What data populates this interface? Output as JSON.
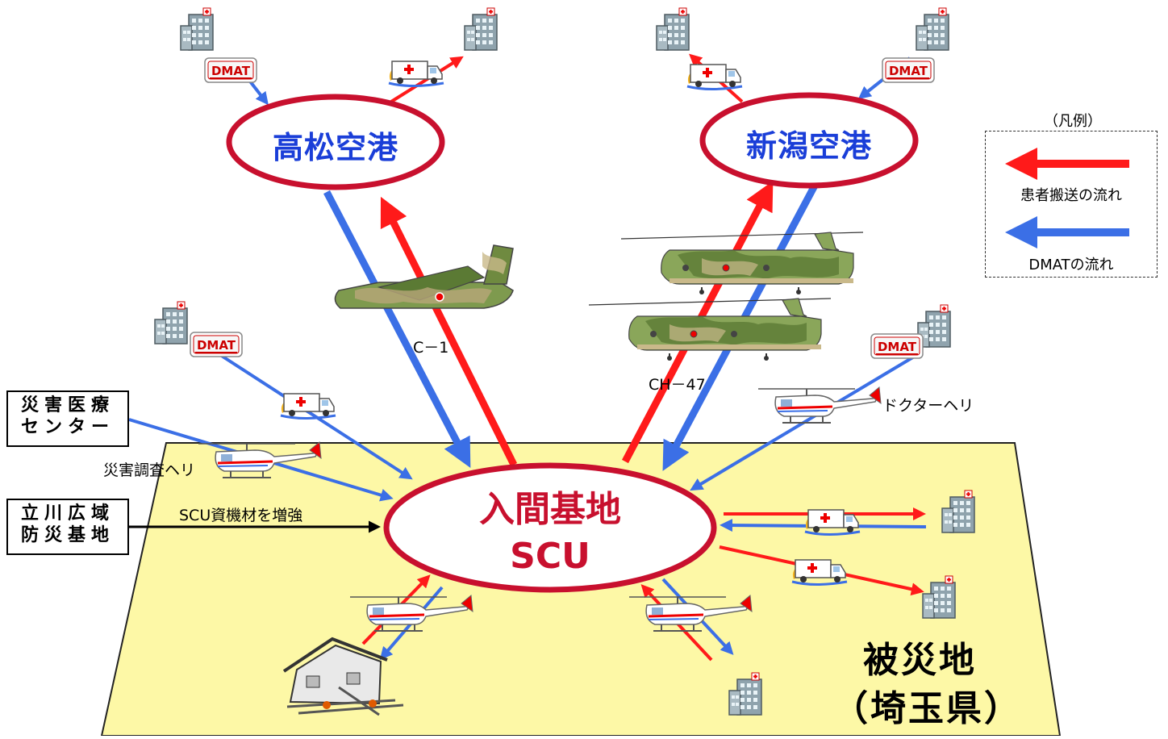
{
  "airports": {
    "takamatsu": "高松空港",
    "niigata": "新潟空港"
  },
  "base": {
    "name": "入間基地",
    "unit": "SCU"
  },
  "aircraft": {
    "c1": "C－1",
    "ch47": "CH－47",
    "doctor_heli": "ドクターヘリ",
    "survey_heli": "災害調査ヘリ"
  },
  "facilities": {
    "disaster_center": "災害医療センター",
    "disaster_center_line1": "災害医療",
    "disaster_center_line2": "センター",
    "tachikawa_line1": "立川広域",
    "tachikawa_line2": "防災基地",
    "scu_reinforce": "SCU資機材を増強"
  },
  "badges": {
    "dmat": "DMAT"
  },
  "area": {
    "line1": "被災地",
    "line2": "（埼玉県）"
  },
  "legend": {
    "title": "（凡例）",
    "red_label": "患者搬送の流れ",
    "blue_label": "DMATの流れ"
  },
  "colors": {
    "patient_flow": "#ff1a1a",
    "dmat_flow": "#3b6fe6",
    "ellipse_border": "#c8102e",
    "ground": "#fdf8a6"
  }
}
